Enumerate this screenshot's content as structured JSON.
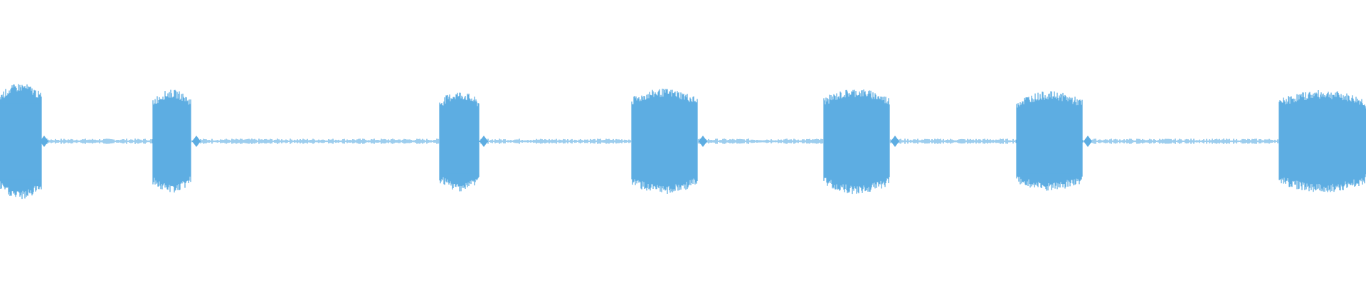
{
  "waveform": {
    "color": "#5DADE2",
    "background": "#FFFFFF",
    "amplitude_scale_note": "",
    "timeline_span": [
      0,
      1920
    ],
    "bursts": [
      {
        "start": 0,
        "end": 58,
        "amplitude": 1.0
      },
      {
        "start": 215,
        "end": 268,
        "amplitude": 0.88
      },
      {
        "start": 618,
        "end": 673,
        "amplitude": 0.85
      },
      {
        "start": 888,
        "end": 980,
        "amplitude": 0.9
      },
      {
        "start": 1158,
        "end": 1250,
        "amplitude": 0.9
      },
      {
        "start": 1429,
        "end": 1521,
        "amplitude": 0.85
      },
      {
        "start": 1798,
        "end": 1920,
        "amplitude": 0.87
      }
    ],
    "tail_blips": [
      62,
      276,
      680,
      988,
      1258,
      1529
    ],
    "noise_level": 0.03
  }
}
